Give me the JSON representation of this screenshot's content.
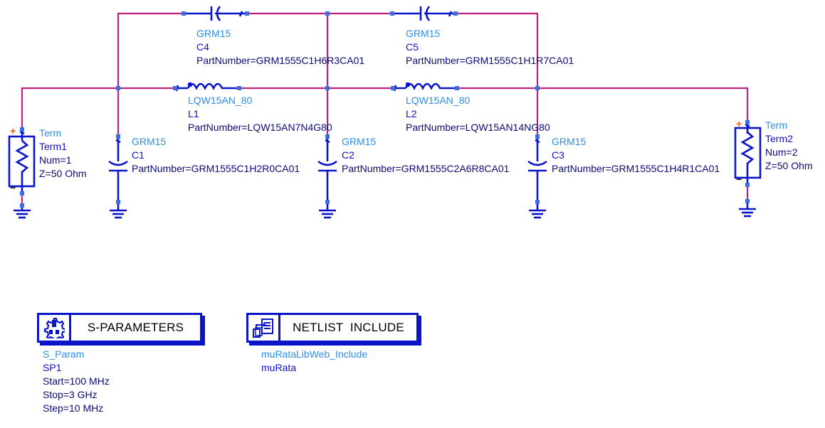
{
  "diagram": {
    "type": "rf-schematic",
    "colors": {
      "wire": "#c0217f",
      "component": "#0a14c8",
      "pin": "#3a6fe0",
      "model_text": "#2f8ee8",
      "instance_text": "#1010c8",
      "param_text": "#0a0a78"
    },
    "components": {
      "C4": {
        "model": "GRM15",
        "name": "C4",
        "param": "PartNumber=GRM1555C1H6R3CA01"
      },
      "C5": {
        "model": "GRM15",
        "name": "C5",
        "param": "PartNumber=GRM1555C1H1R7CA01"
      },
      "L1": {
        "model": "LQW15AN_80",
        "name": "L1",
        "param": "PartNumber=LQW15AN7N4G80"
      },
      "L2": {
        "model": "LQW15AN_80",
        "name": "L2",
        "param": "PartNumber=LQW15AN14NG80"
      },
      "C1": {
        "model": "GRM15",
        "name": "C1",
        "param": "PartNumber=GRM1555C1H2R0CA01"
      },
      "C2": {
        "model": "GRM15",
        "name": "C2",
        "param": "PartNumber=GRM1555C2A6R8CA01"
      },
      "C3": {
        "model": "GRM15",
        "name": "C3",
        "param": "PartNumber=GRM1555C1H4R1CA01"
      },
      "Term1": {
        "model": "Term",
        "name": "Term1",
        "num": "Num=1",
        "z": "Z=50 Ohm"
      },
      "Term2": {
        "model": "Term",
        "name": "Term2",
        "num": "Num=2",
        "z": "Z=50 Ohm"
      }
    },
    "polarity": {
      "plus": "+",
      "minus": "−"
    },
    "controllers": {
      "sparam": {
        "title": "S-PARAMETERS",
        "icon": "gear-icon",
        "model": "S_Param",
        "name": "SP1",
        "start": "Start=100 MHz",
        "stop": "Stop=3 GHz",
        "step": "Step=10 MHz"
      },
      "netlist": {
        "title": "NETLIST  INCLUDE",
        "icon": "netlist-file-icon",
        "model": "muRataLibWeb_Include",
        "name": "muRata"
      }
    }
  }
}
